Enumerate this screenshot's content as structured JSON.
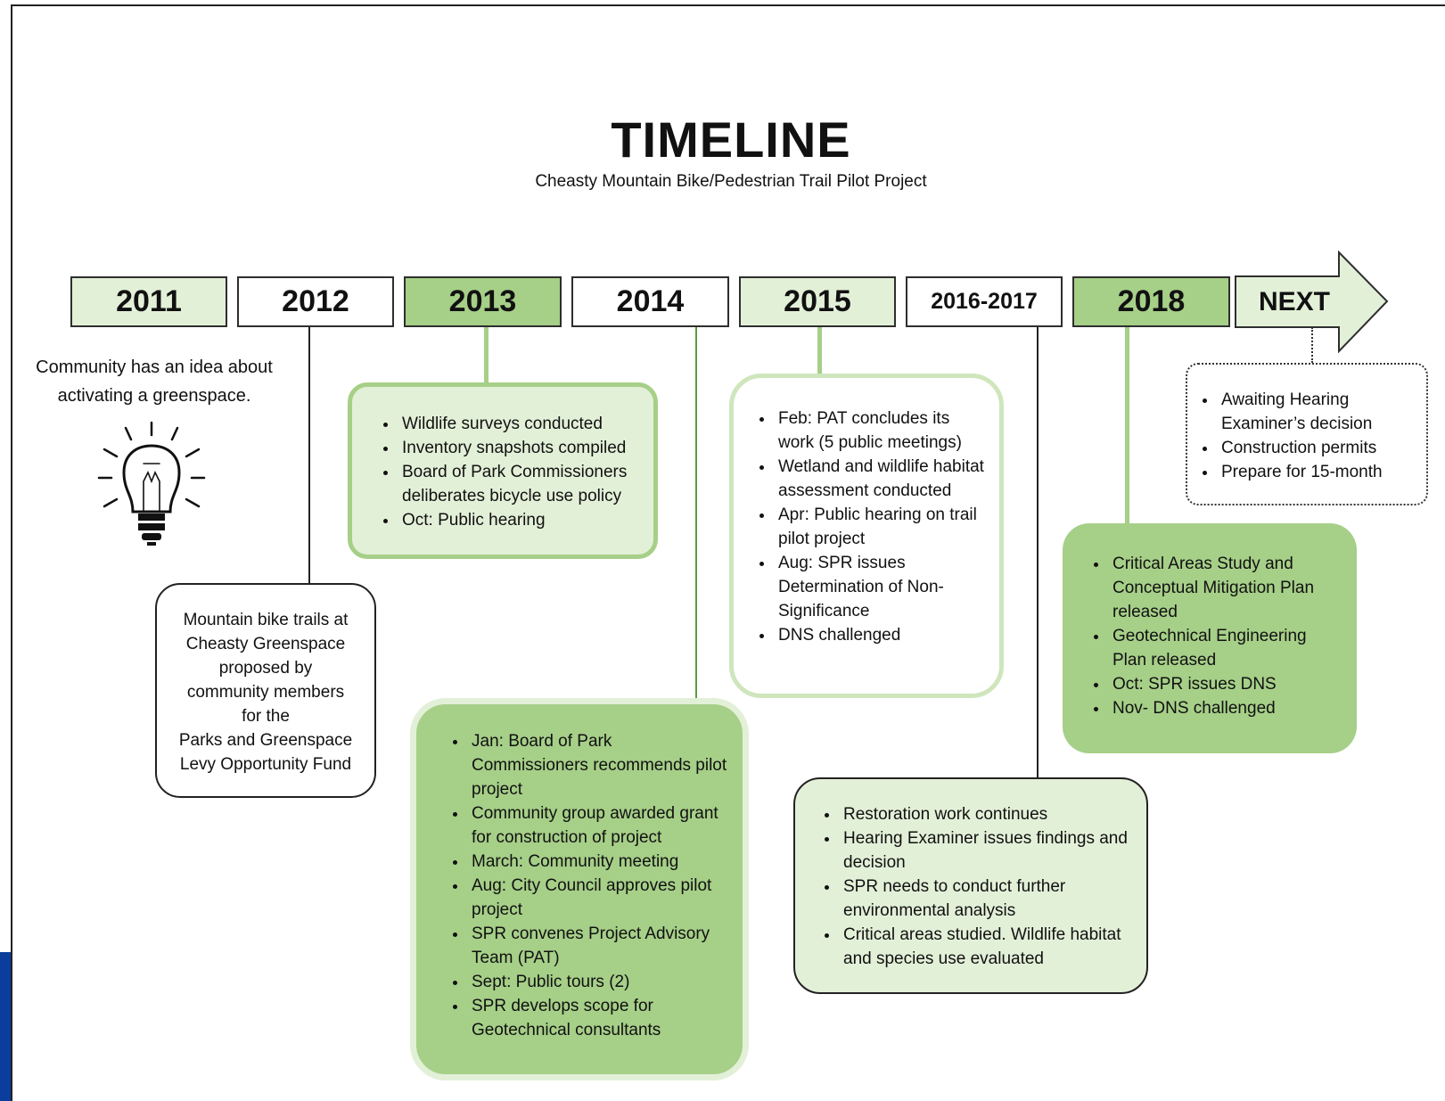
{
  "title": "TIMELINE",
  "subtitle": "Cheasty Mountain Bike/Pedestrian Trail Pilot Project",
  "colors": {
    "light_green": "#e3f0d8",
    "mid_green": "#a6cf88",
    "border_dark": "#2e2e2e",
    "accent_blue": "#0a3d9c"
  },
  "years": [
    {
      "label": "2011",
      "fill": "light"
    },
    {
      "label": "2012",
      "fill": "white"
    },
    {
      "label": "2013",
      "fill": "mid"
    },
    {
      "label": "2014",
      "fill": "white"
    },
    {
      "label": "2015",
      "fill": "light"
    },
    {
      "label": "2016-2017",
      "fill": "white"
    },
    {
      "label": "2018",
      "fill": "mid"
    }
  ],
  "next_label": "NEXT",
  "idea": {
    "text_line1": "Community has an idea about",
    "text_line2": "activating a greenspace.",
    "icon": "lightbulb-icon"
  },
  "events": {
    "y2012": {
      "lines": [
        "Mountain bike trails at",
        "Cheasty Greenspace",
        "proposed by",
        "community members",
        "for the",
        "Parks and Greenspace",
        "Levy Opportunity Fund"
      ]
    },
    "y2013": {
      "items": [
        "Wildlife surveys conducted",
        "Inventory snapshots compiled",
        "Board of Park Commissioners deliberates bicycle use policy",
        "Oct: Public hearing"
      ]
    },
    "y2014": {
      "items": [
        "Jan: Board of Park Commissioners recommends pilot project",
        "Community group awarded grant for construction of project",
        "March: Community meeting",
        "Aug: City Council approves pilot project",
        "SPR convenes Project Advisory Team (PAT)",
        "Sept: Public tours (2)",
        "SPR develops scope for Geotechnical consultants"
      ]
    },
    "y2015": {
      "items": [
        "Feb: PAT concludes its work (5 public meetings)",
        "Wetland and wildlife habitat assessment conducted",
        "Apr: Public hearing on trail pilot project",
        "Aug: SPR issues Determination of Non-Significance",
        "DNS challenged"
      ]
    },
    "y2016_2017": {
      "items": [
        "Restoration work continues",
        "Hearing Examiner issues findings and decision",
        "SPR needs to conduct further environmental analysis",
        "Critical areas studied. Wildlife habitat and species use evaluated"
      ]
    },
    "y2018": {
      "items": [
        "Critical Areas Study and Conceptual Mitigation Plan released",
        "Geotechnical Engineering Plan released",
        "Oct: SPR issues DNS",
        "Nov- DNS challenged"
      ]
    },
    "next": {
      "items": [
        "Awaiting Hearing Examiner’s decision",
        "Construction permits",
        "Prepare for 15-month"
      ]
    }
  }
}
